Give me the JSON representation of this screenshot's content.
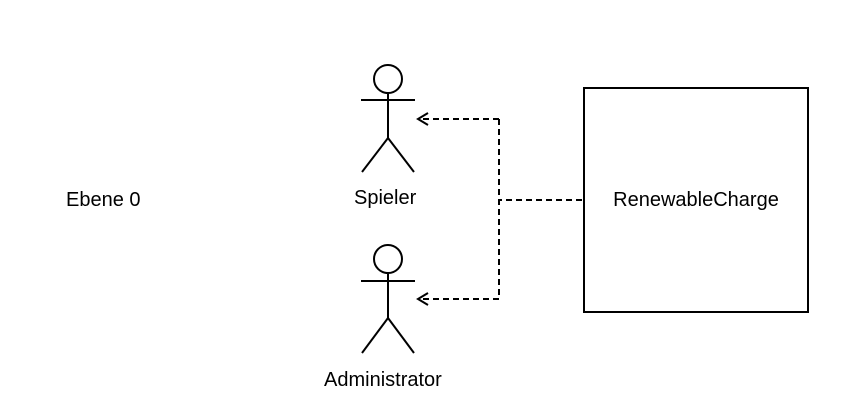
{
  "level_label": "Ebene 0",
  "actors": [
    {
      "label": "Spieler"
    },
    {
      "label": "Administrator"
    }
  ],
  "system": {
    "label": "RenewableCharge"
  },
  "colors": {
    "stroke": "#000000",
    "background": "#ffffff"
  },
  "connector_style": "dashed"
}
